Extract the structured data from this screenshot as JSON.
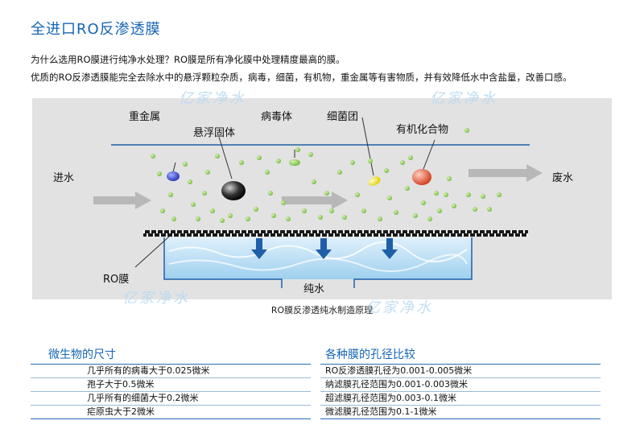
{
  "title": "全进口RO反渗透膜",
  "intro": {
    "line1": "为什么选用RO膜进行纯净水处理？RO膜是所有净化膜中处理精度最高的膜。",
    "line2": "优质的RO反渗透膜能完全去除水中的悬浮颗粒杂质，病毒，细菌，有机物，重金属等有害物质，并有效降低水中含盐量，改善口感。"
  },
  "diagram": {
    "labels": {
      "heavy_metal": "重金属",
      "suspended": "悬浮固体",
      "virus": "病毒体",
      "bacteria": "细菌团",
      "organic": "有机化合物",
      "inlet": "进水",
      "waste": "废水",
      "membrane": "RO膜",
      "pure": "纯水"
    },
    "caption": "RO膜反渗透纯水制造原理",
    "colors": {
      "background": "#e2e2e2",
      "line": "#1f5fa8",
      "water": "#bfe0f5",
      "particle": "#7ec14a",
      "arrow": "#1f5fa8"
    }
  },
  "watermark": "亿家净水",
  "tables": {
    "left": {
      "heading": "微生物的尺寸",
      "rows": [
        "几乎所有的病毒大于0.025微米",
        "孢子大于0.5微米",
        "几乎所有的细菌大于0.2微米",
        "疟原虫大于2微米"
      ]
    },
    "right": {
      "heading": "各种膜的孔径比较",
      "rows": [
        "RO反渗透膜孔径为0.001-0.005微米",
        "纳滤膜孔径范围为0.001-0.003微米",
        "超滤膜孔径范围为0.003-0.1微米",
        "微滤膜孔径范围为0.1-1微米"
      ]
    }
  }
}
